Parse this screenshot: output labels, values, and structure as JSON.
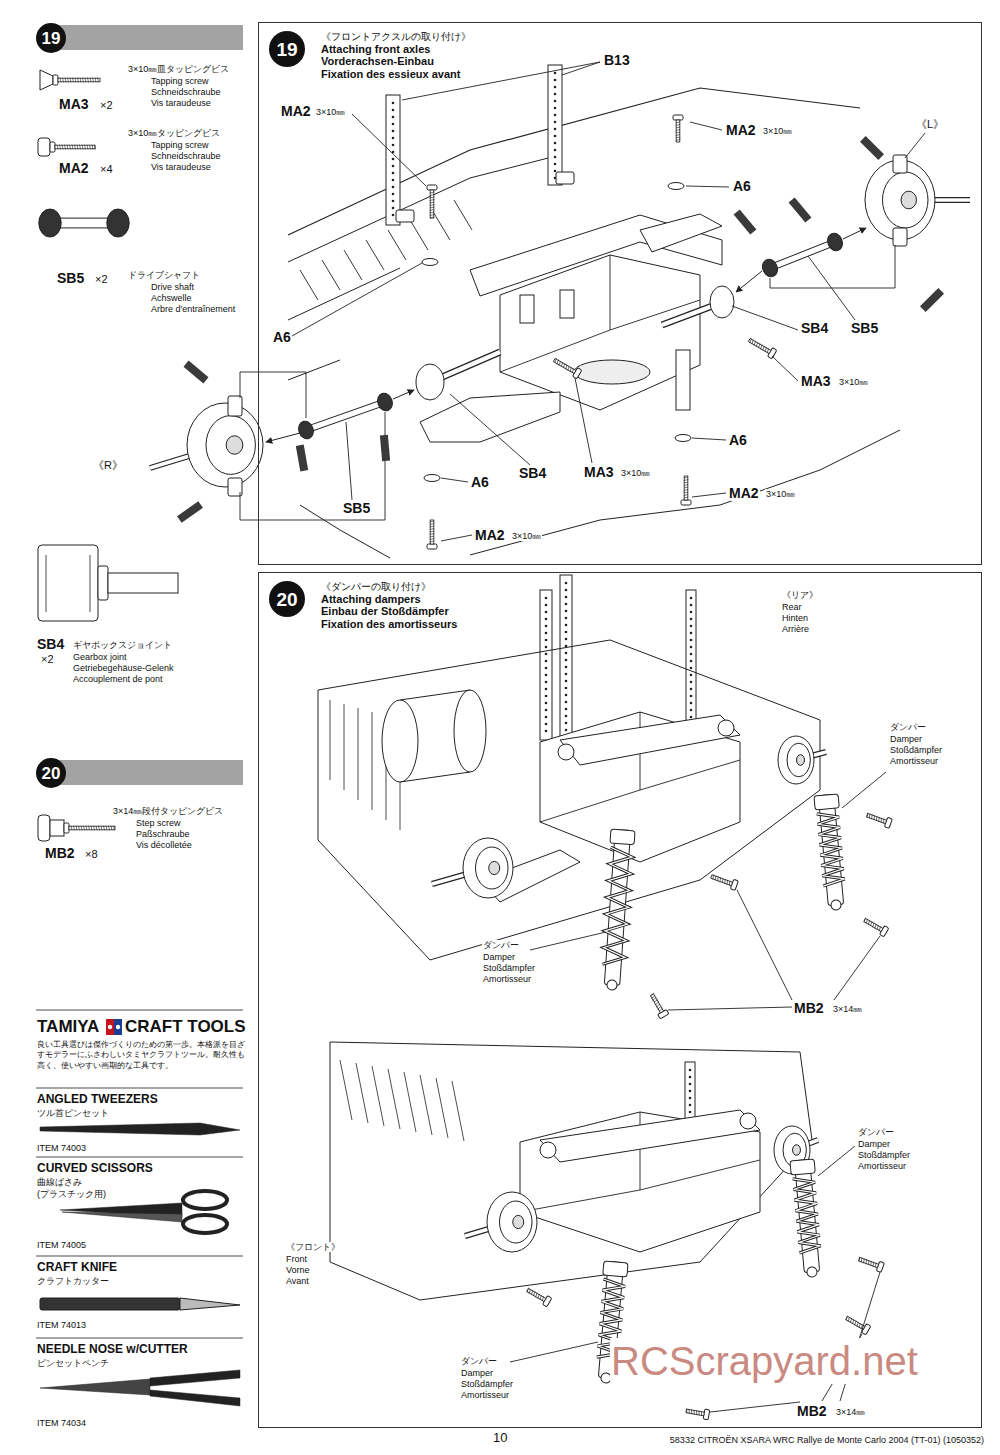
{
  "diagram": {
    "nodes": [
      {
        "text": [
          "19"
        ]
      },
      {
        "text": [
          "《フロントアクスルの取り付け》",
          "Attaching front axles",
          "Vorderachsen-Einbau",
          "Fixation des essieux avant"
        ]
      },
      {
        "text": [
          "19"
        ],
        "in": 1
      },
      {
        "text": [
          "20"
        ]
      },
      {
        "text": [
          "《ダンパーの取り付け》",
          "Attaching dampers",
          "Einbau der Stoßdämpfer",
          "Fixation des amortisseurs"
        ]
      },
      {
        "text": [
          "20"
        ],
        "in": 4
      }
    ],
    "labels": [
      "3×10㎜皿タッピングビス",
      "Tapping screw",
      "Schneidschraube",
      "Vis taraudeuse",
      "MA3",
      "×2",
      "3×10㎜タッピングビス",
      "Tapping screw",
      "Schneidschraube",
      "Vis taraudeuse",
      "MA2",
      "×4",
      "SB5",
      "×2",
      "ドライブシャフト",
      "Drive shaft",
      "Achswelle",
      "Arbre d'entraînement",
      "SB4",
      "×2",
      "ギヤボックスジョイント",
      "Gearbox joint",
      "Getriebegehäuse-Gelenk",
      "Accouplement de pont",
      "3×14㎜段付タッピングビス",
      "Step screw",
      "Paßschraube",
      "Vis décolletée",
      "MB2",
      "×8",
      "TAMIYA",
      "CRAFT TOOLS",
      "良い工具選びは傑作づくりのための第一歩。本格派を目ざすモデラーにふさわしいタミヤクラフトツール。耐久性も高く、使いやすい画期的な工具です。",
      "ANGLED TWEEZERS",
      "ツル首ピンセット",
      "ITEM 74003",
      "CURVED SCISSORS",
      "曲線ばさみ",
      "(プラスチック用)",
      "ITEM 74005",
      "CRAFT KNIFE",
      "クラフトカッター",
      "ITEM 74013",
      "NEEDLE NOSE w/CUTTER",
      "ピンセットペンチ",
      "ITEM 74034",
      "B13",
      "MA2",
      "3×10㎜",
      "MA2",
      "3×10㎜",
      "A6",
      "《L》",
      "A6",
      "SB4",
      "SB5",
      "MA3",
      "3×10㎜",
      "A6",
      "MA3",
      "3×10㎜",
      "SB4",
      "《R》",
      "A6",
      "MA2",
      "3×10㎜",
      "SB5",
      "MA2",
      "3×10㎜",
      "《リア》",
      "Rear",
      "Hinten",
      "Arrière",
      "ダンパー",
      "Damper",
      "Stoßdämpfer",
      "Amortisseur",
      "ダンパー",
      "Damper",
      "Stoßdämpfer",
      "Amortisseur",
      "MB2",
      "3×14㎜",
      "ダンパー",
      "Damper",
      "Stoßdämpfer",
      "Amortisseur",
      "《フロント》",
      "Front",
      "Vorne",
      "Avant",
      "ダンパー",
      "Damper",
      "Stoßdämpfer",
      "Amortisseur",
      "MB2",
      "3×14㎜",
      "10",
      "58332 CITROËN XSARA WRC Rallye de Monte Carlo 2004 (TT-01) (1050352)",
      "RCScrapyard.net"
    ]
  }
}
